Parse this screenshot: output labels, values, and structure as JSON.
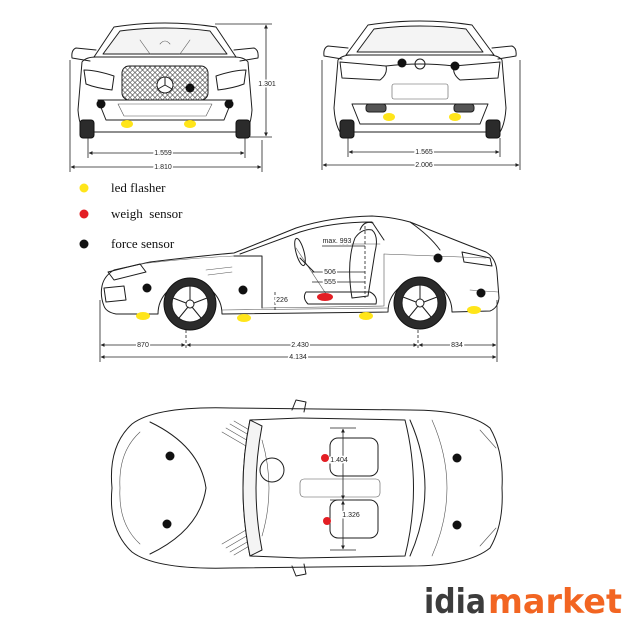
{
  "front_view": {
    "height": "1.301",
    "track": "1.559",
    "width": "1.810"
  },
  "rear_view": {
    "track": "1.565",
    "width": "2.006"
  },
  "legend": {
    "led_flasher": {
      "label": "led flasher",
      "color": "#ffe51a"
    },
    "weigh_sensor": {
      "label": "weigh  sensor",
      "color": "#e31e24"
    },
    "force_sensor": {
      "label": "force sensor",
      "color": "#111111"
    }
  },
  "side_view": {
    "max_height": "max. 993",
    "dim_506": "506",
    "dim_555": "555",
    "dim_226": "226",
    "front_overhang": "870",
    "wheelbase": "2.430",
    "rear_overhang": "834",
    "length": "4.134"
  },
  "top_view": {
    "dim_1404": "1.404",
    "dim_1326": "1.326"
  },
  "logo": {
    "left": "idia",
    "right": "market",
    "left_color": "#3c3c3c",
    "right_color": "#f26522"
  }
}
